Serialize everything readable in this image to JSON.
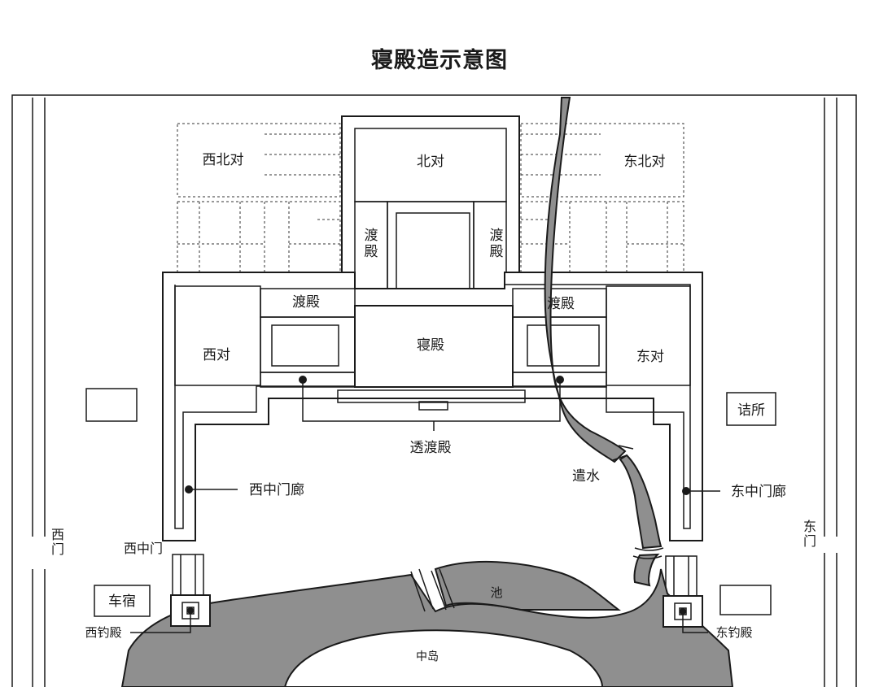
{
  "title": "寝殿造示意图",
  "labels": {
    "northwest": "西北对",
    "north": "北对",
    "northeast": "东北对",
    "watari_left_v": "渡\n殿",
    "watari_right_v": "渡\n殿",
    "watari_left_h": "渡殿",
    "watari_right_h": "渡殿",
    "shinden": "寝殿",
    "west_wing": "西对",
    "east_wing": "东对",
    "sukiwatari": "透渡殿",
    "west_corridor": "西中门廊",
    "east_corridor": "东中门廊",
    "west_gate_mid": "西中门",
    "west_gate": "西\n门",
    "east_gate": "东\n门",
    "stream": "遣水",
    "attendant": "诘所",
    "carriage": "车宿",
    "west_fishing": "西钓殿",
    "east_fishing": "东钓殿",
    "pond": "池",
    "island": "中岛"
  },
  "colors": {
    "ink": "#1a1a1a",
    "water": "#8f8f8f",
    "paper": "#ffffff"
  }
}
